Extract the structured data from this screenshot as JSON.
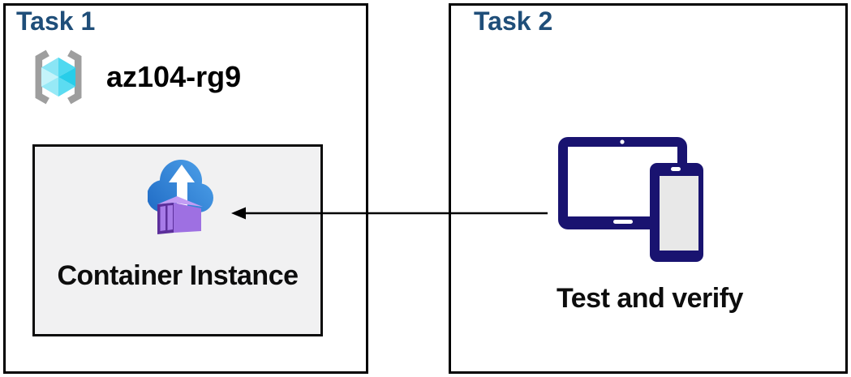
{
  "diagram": {
    "task1": {
      "title": "Task 1",
      "resource_group_name": "az104-rg9",
      "container_label": "Container Instance"
    },
    "task2": {
      "title": "Task 2",
      "devices_label": "Test and verify"
    },
    "connector": {
      "type": "arrow",
      "direction": "right-to-left",
      "from": "task2-devices",
      "to": "task1-container-instance"
    },
    "icons": {
      "resource_group": "resource-group-icon",
      "container_instance": "container-instance-icon",
      "devices": "tablet-phone-icon",
      "arrow": "left-arrow-connector"
    },
    "colors": {
      "title_blue": "#1F4E79",
      "box_border": "#000000",
      "inner_box_fill": "#F1F1F2",
      "device_navy": "#191370",
      "cloud_blue_dark": "#2470C8",
      "cloud_blue_light": "#4C9FE8",
      "container_purple_dark": "#5C2F9B",
      "container_purple_stripe": "#A77BE8",
      "container_purple_side": "#9E70E2",
      "container_purple_top": "#C29CF4",
      "cube_cyan": "#45D6EF",
      "bracket_gray": "#9E9E9E",
      "text_black": "#0D0D0D"
    }
  }
}
